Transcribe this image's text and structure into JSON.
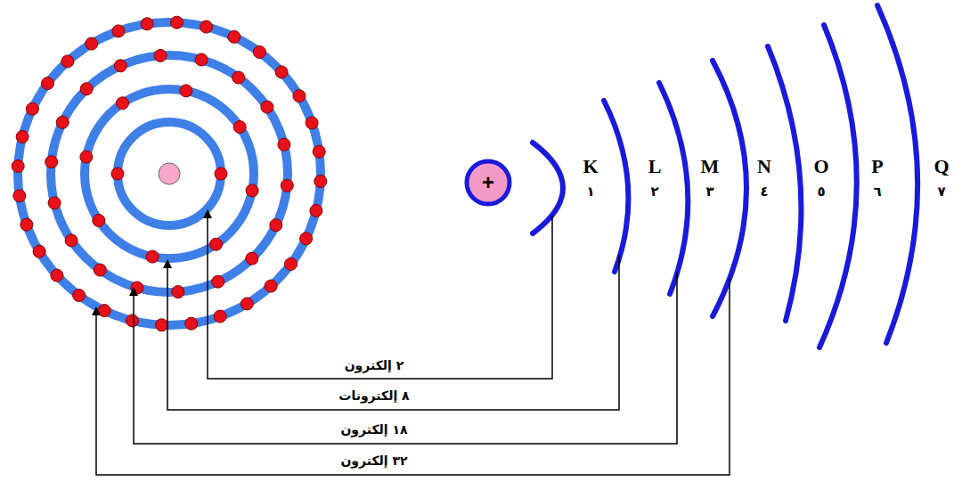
{
  "diagram": {
    "nodes": [
      {
        "text": [
          "+"
        ]
      }
    ],
    "labels": [
      "K",
      "١",
      "L",
      "٢",
      "M",
      "٣",
      "N",
      "٤",
      "O",
      "٥",
      "P",
      "٦",
      "Q",
      "٧",
      "٢ إلكترون",
      "٨ إلكترونات",
      "١٨ إلكترون",
      "٣٢ إلكترون"
    ]
  }
}
